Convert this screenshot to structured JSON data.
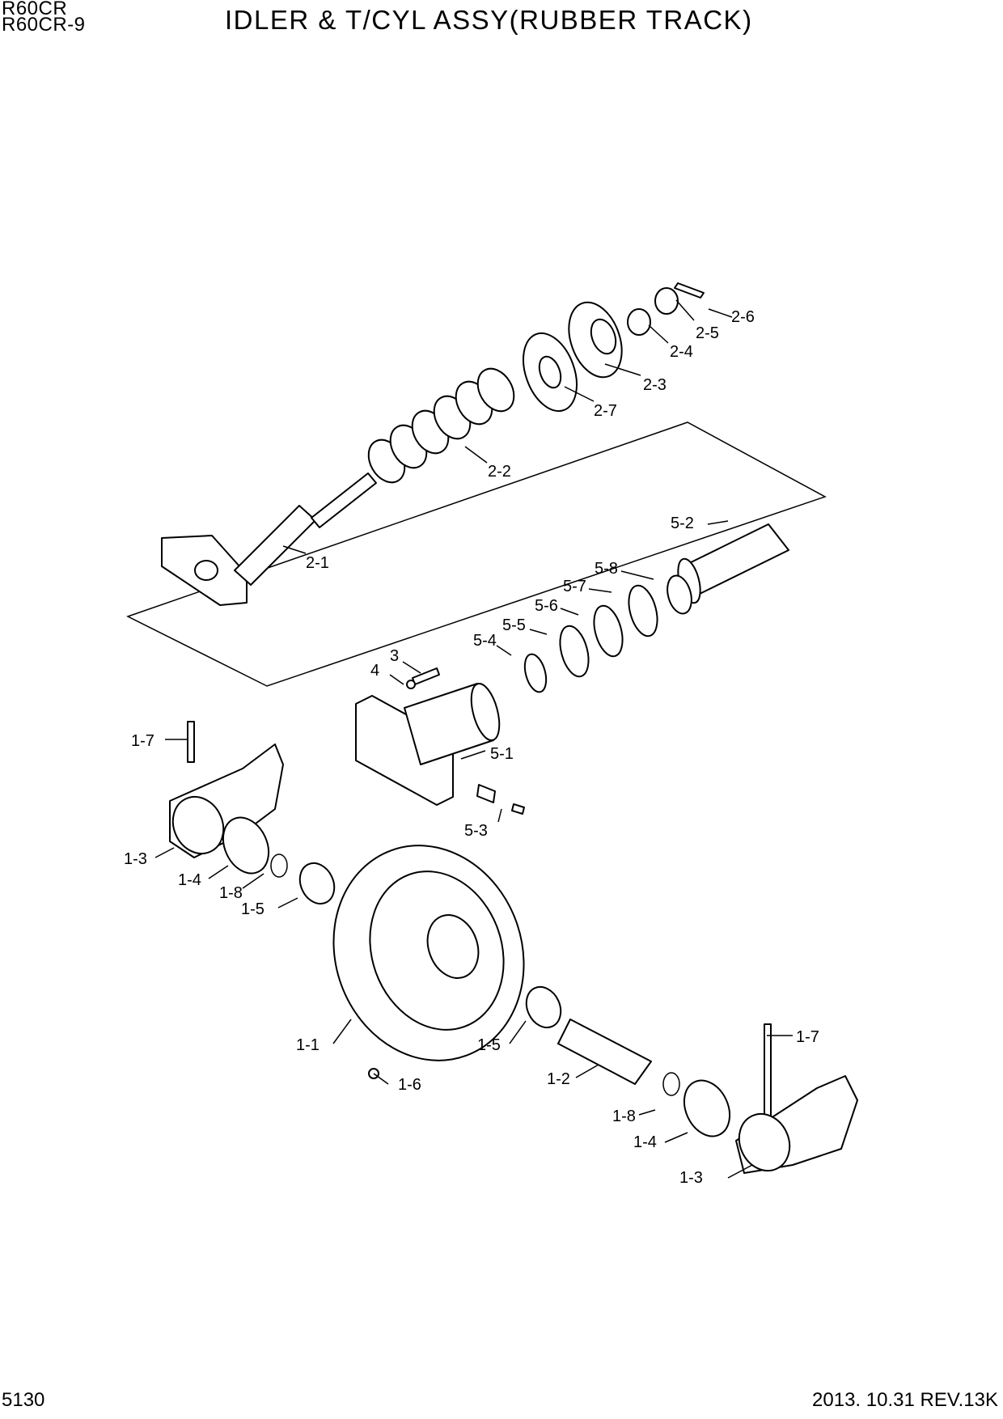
{
  "header": {
    "model_line_1": "R60CR",
    "model_line_2": "R60CR-9",
    "title": "IDLER & T/CYL ASSY(RUBBER TRACK)"
  },
  "footer": {
    "page_number": "5130",
    "revision": "2013. 10.31  REV.13K"
  },
  "callouts": {
    "c2_6": "2-6",
    "c2_5": "2-5",
    "c2_4": "2-4",
    "c2_3": "2-3",
    "c2_7": "2-7",
    "c2_2": "2-2",
    "c2_1": "2-1",
    "c5_2": "5-2",
    "c5_8": "5-8",
    "c5_7": "5-7",
    "c5_6": "5-6",
    "c5_5": "5-5",
    "c5_4": "5-4",
    "c3": "3",
    "c4": "4",
    "c1_7_left": "1-7",
    "c5_1": "5-1",
    "c5_3": "5-3",
    "c1_3_left": "1-3",
    "c1_4_left": "1-4",
    "c1_8_left": "1-8",
    "c1_5_left": "1-5",
    "c1_1": "1-1",
    "c1_5_right": "1-5",
    "c1_6": "1-6",
    "c1_2": "1-2",
    "c1_7_right": "1-7",
    "c1_8_right": "1-8",
    "c1_4_right": "1-4",
    "c1_3_right": "1-3"
  }
}
